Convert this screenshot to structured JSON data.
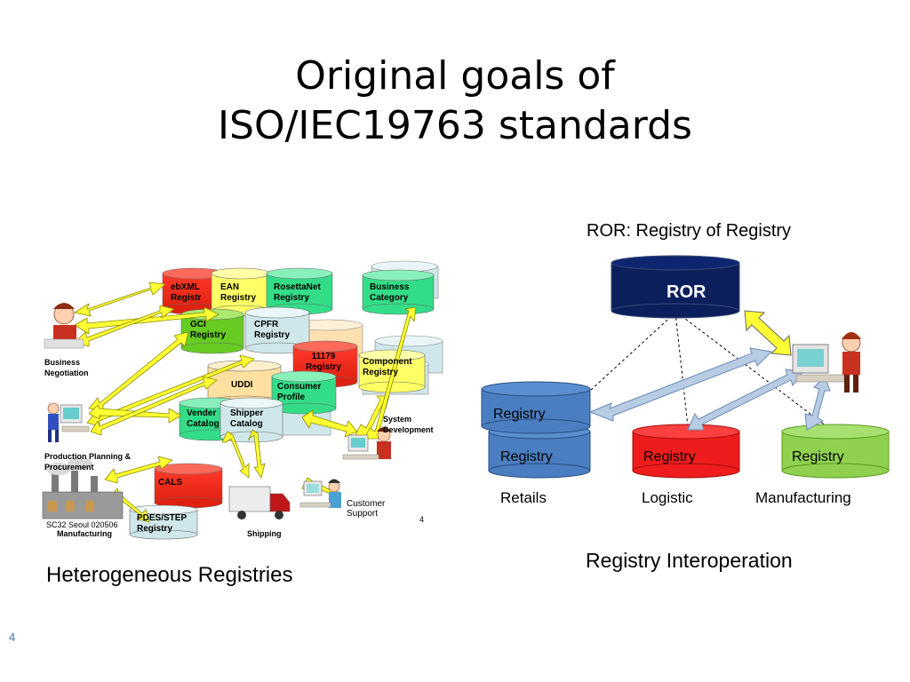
{
  "slide": {
    "title_line1": "Original goals of",
    "title_line2": "ISO/IEC19763 standards",
    "page_number": "4"
  },
  "left": {
    "caption": "Heterogeneous  Registries",
    "footer": "SC32 Seoul 020506",
    "inner_page": "4",
    "cylinders": {
      "ebxml_1": "ebXML",
      "ebxml_2": "Registr",
      "ean_1": "EAN",
      "ean_2": "Registry",
      "rosetta_1": "RosettaNet",
      "rosetta_2": "Registry",
      "business_1": "Business",
      "business_2": "Category",
      "gci_1": "GCI",
      "gci_2": "Registry",
      "cpfr_1": "CPFR",
      "cpfr_2": "Registry",
      "r11179_1": "11179",
      "r11179_2": "Registry",
      "component_1": "Component",
      "component_2": "Registry",
      "uddi": "UDDI",
      "consumer_1": "Consumer",
      "consumer_2": "Profile",
      "vender_1": "Vender",
      "vender_2": "Catalog",
      "shipper_1": "Shipper",
      "shipper_2": "Catalog",
      "cals": "CALS",
      "pdes_1": "PDES/STEP",
      "pdes_2": "Registry"
    },
    "labels": {
      "business_negotiation_1": "Business",
      "business_negotiation_2": "Negotiation",
      "production_1": "Production Planning &",
      "production_2": "Procurement",
      "manufacturing": "Manufacturing",
      "shipping": "Shipping",
      "system_dev_1": "System",
      "system_dev_2": "Development",
      "customer_1": "Customer",
      "customer_2": "Support"
    }
  },
  "right": {
    "ror_caption": "ROR: Registry of Registry",
    "ror_label": "ROR",
    "registry_top": "Registry",
    "registry_retails": "Registry",
    "registry_logistic": "Registry",
    "registry_manufacturing": "Registry",
    "retails": "Retails",
    "logistic": "Logistic",
    "manufacturing": "Manufacturing",
    "caption": "Registry Interoperation"
  },
  "colors": {
    "ror": "#0b1f5c",
    "retails": "#4a7ec0",
    "logistic": "#ee1c1c",
    "manufacturing": "#8fd14f",
    "arrow_blue": "#b8cce4",
    "arrow_yellow": "#ffff33"
  }
}
